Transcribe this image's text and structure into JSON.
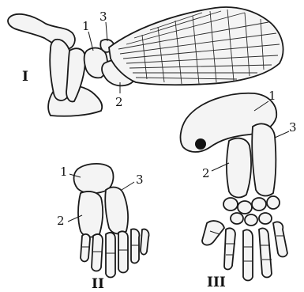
{
  "figure": {
    "panels": [
      {
        "id": "I",
        "label": "I",
        "callouts": [
          "1",
          "2",
          "3"
        ]
      },
      {
        "id": "II",
        "label": "II",
        "callouts": [
          "1",
          "2",
          "3"
        ]
      },
      {
        "id": "III",
        "label": "III",
        "callouts": [
          "1",
          "2",
          "3"
        ]
      }
    ]
  }
}
